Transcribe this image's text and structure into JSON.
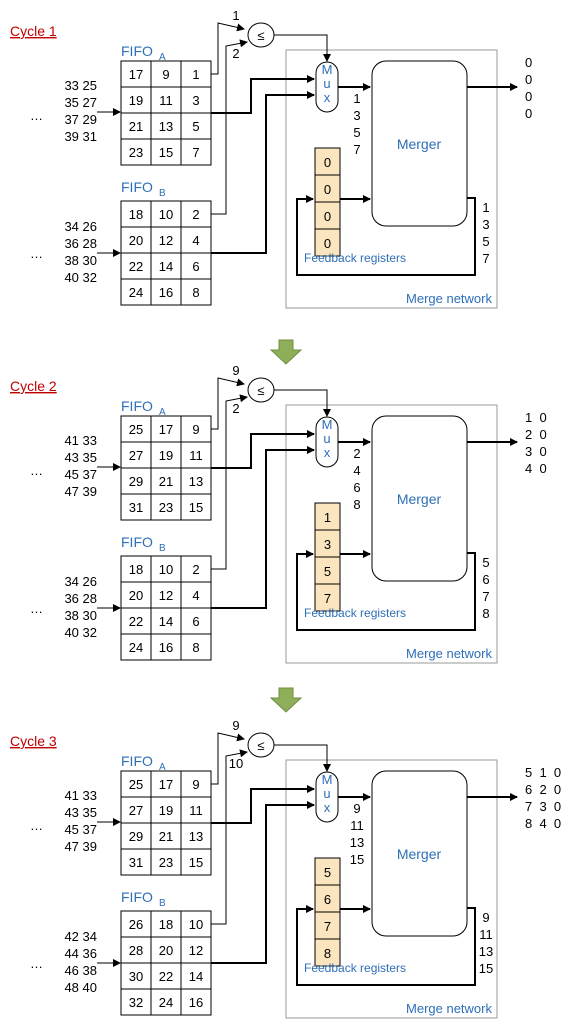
{
  "labels": {
    "fifo_a_main": "FIFO",
    "fifo_a_sub": "A",
    "fifo_b_main": "FIFO",
    "fifo_b_sub": "B",
    "mux": [
      "M",
      "u",
      "x"
    ],
    "merger": "Merger",
    "feedback": "Feedback registers",
    "merge_network": "Merge network",
    "leq": "≤",
    "ellipsis": "…"
  },
  "colors": {
    "cycle_label": "#c00000",
    "blue_label": "#2e6fb7",
    "feedback_fill": "#fbe5bf",
    "transition_arrow": "#8fae5a"
  },
  "cycles": [
    {
      "title": "Cycle 1",
      "compare_a": "1",
      "compare_b": "2",
      "fifo_a": [
        [
          "17",
          "9",
          "1"
        ],
        [
          "19",
          "11",
          "3"
        ],
        [
          "21",
          "13",
          "5"
        ],
        [
          "23",
          "15",
          "7"
        ]
      ],
      "fifo_b": [
        [
          "18",
          "10",
          "2"
        ],
        [
          "20",
          "12",
          "4"
        ],
        [
          "22",
          "14",
          "6"
        ],
        [
          "24",
          "16",
          "8"
        ]
      ],
      "input_a": [
        "33 25",
        "35 27",
        "37 29",
        "39 31"
      ],
      "input_b": [
        "34 26",
        "36 28",
        "38 30",
        "40 32"
      ],
      "mux_out": [
        "1",
        "3",
        "5",
        "7"
      ],
      "feedback": [
        "0",
        "0",
        "0",
        "0"
      ],
      "merger_low": [
        "1",
        "3",
        "5",
        "7"
      ],
      "output": [
        "0",
        "0",
        "0",
        "0"
      ]
    },
    {
      "title": "Cycle 2",
      "compare_a": "9",
      "compare_b": "2",
      "fifo_a": [
        [
          "25",
          "17",
          "9"
        ],
        [
          "27",
          "19",
          "11"
        ],
        [
          "29",
          "21",
          "13"
        ],
        [
          "31",
          "23",
          "15"
        ]
      ],
      "fifo_b": [
        [
          "18",
          "10",
          "2"
        ],
        [
          "20",
          "12",
          "4"
        ],
        [
          "22",
          "14",
          "6"
        ],
        [
          "24",
          "16",
          "8"
        ]
      ],
      "input_a": [
        "41 33",
        "43 35",
        "45 37",
        "47 39"
      ],
      "input_b": [
        "34 26",
        "36 28",
        "38 30",
        "40 32"
      ],
      "mux_out": [
        "2",
        "4",
        "6",
        "8"
      ],
      "feedback": [
        "1",
        "3",
        "5",
        "7"
      ],
      "merger_low": [
        "5",
        "6",
        "7",
        "8"
      ],
      "output": [
        "1  0",
        "2  0",
        "3  0",
        "4  0"
      ]
    },
    {
      "title": "Cycle 3",
      "compare_a": "9",
      "compare_b": "10",
      "fifo_a": [
        [
          "25",
          "17",
          "9"
        ],
        [
          "27",
          "19",
          "11"
        ],
        [
          "29",
          "21",
          "13"
        ],
        [
          "31",
          "23",
          "15"
        ]
      ],
      "fifo_b": [
        [
          "26",
          "18",
          "10"
        ],
        [
          "28",
          "20",
          "12"
        ],
        [
          "30",
          "22",
          "14"
        ],
        [
          "32",
          "24",
          "16"
        ]
      ],
      "input_a": [
        "41 33",
        "43 35",
        "45 37",
        "47 39"
      ],
      "input_b": [
        "42 34",
        "44 36",
        "46 38",
        "48 40"
      ],
      "mux_out": [
        "9",
        "11",
        "13",
        "15"
      ],
      "feedback": [
        "5",
        "6",
        "7",
        "8"
      ],
      "merger_low": [
        "9",
        "11",
        "13",
        "15"
      ],
      "output": [
        "5  1  0",
        "6  2  0",
        "7  3  0",
        "8  4  0"
      ]
    }
  ]
}
